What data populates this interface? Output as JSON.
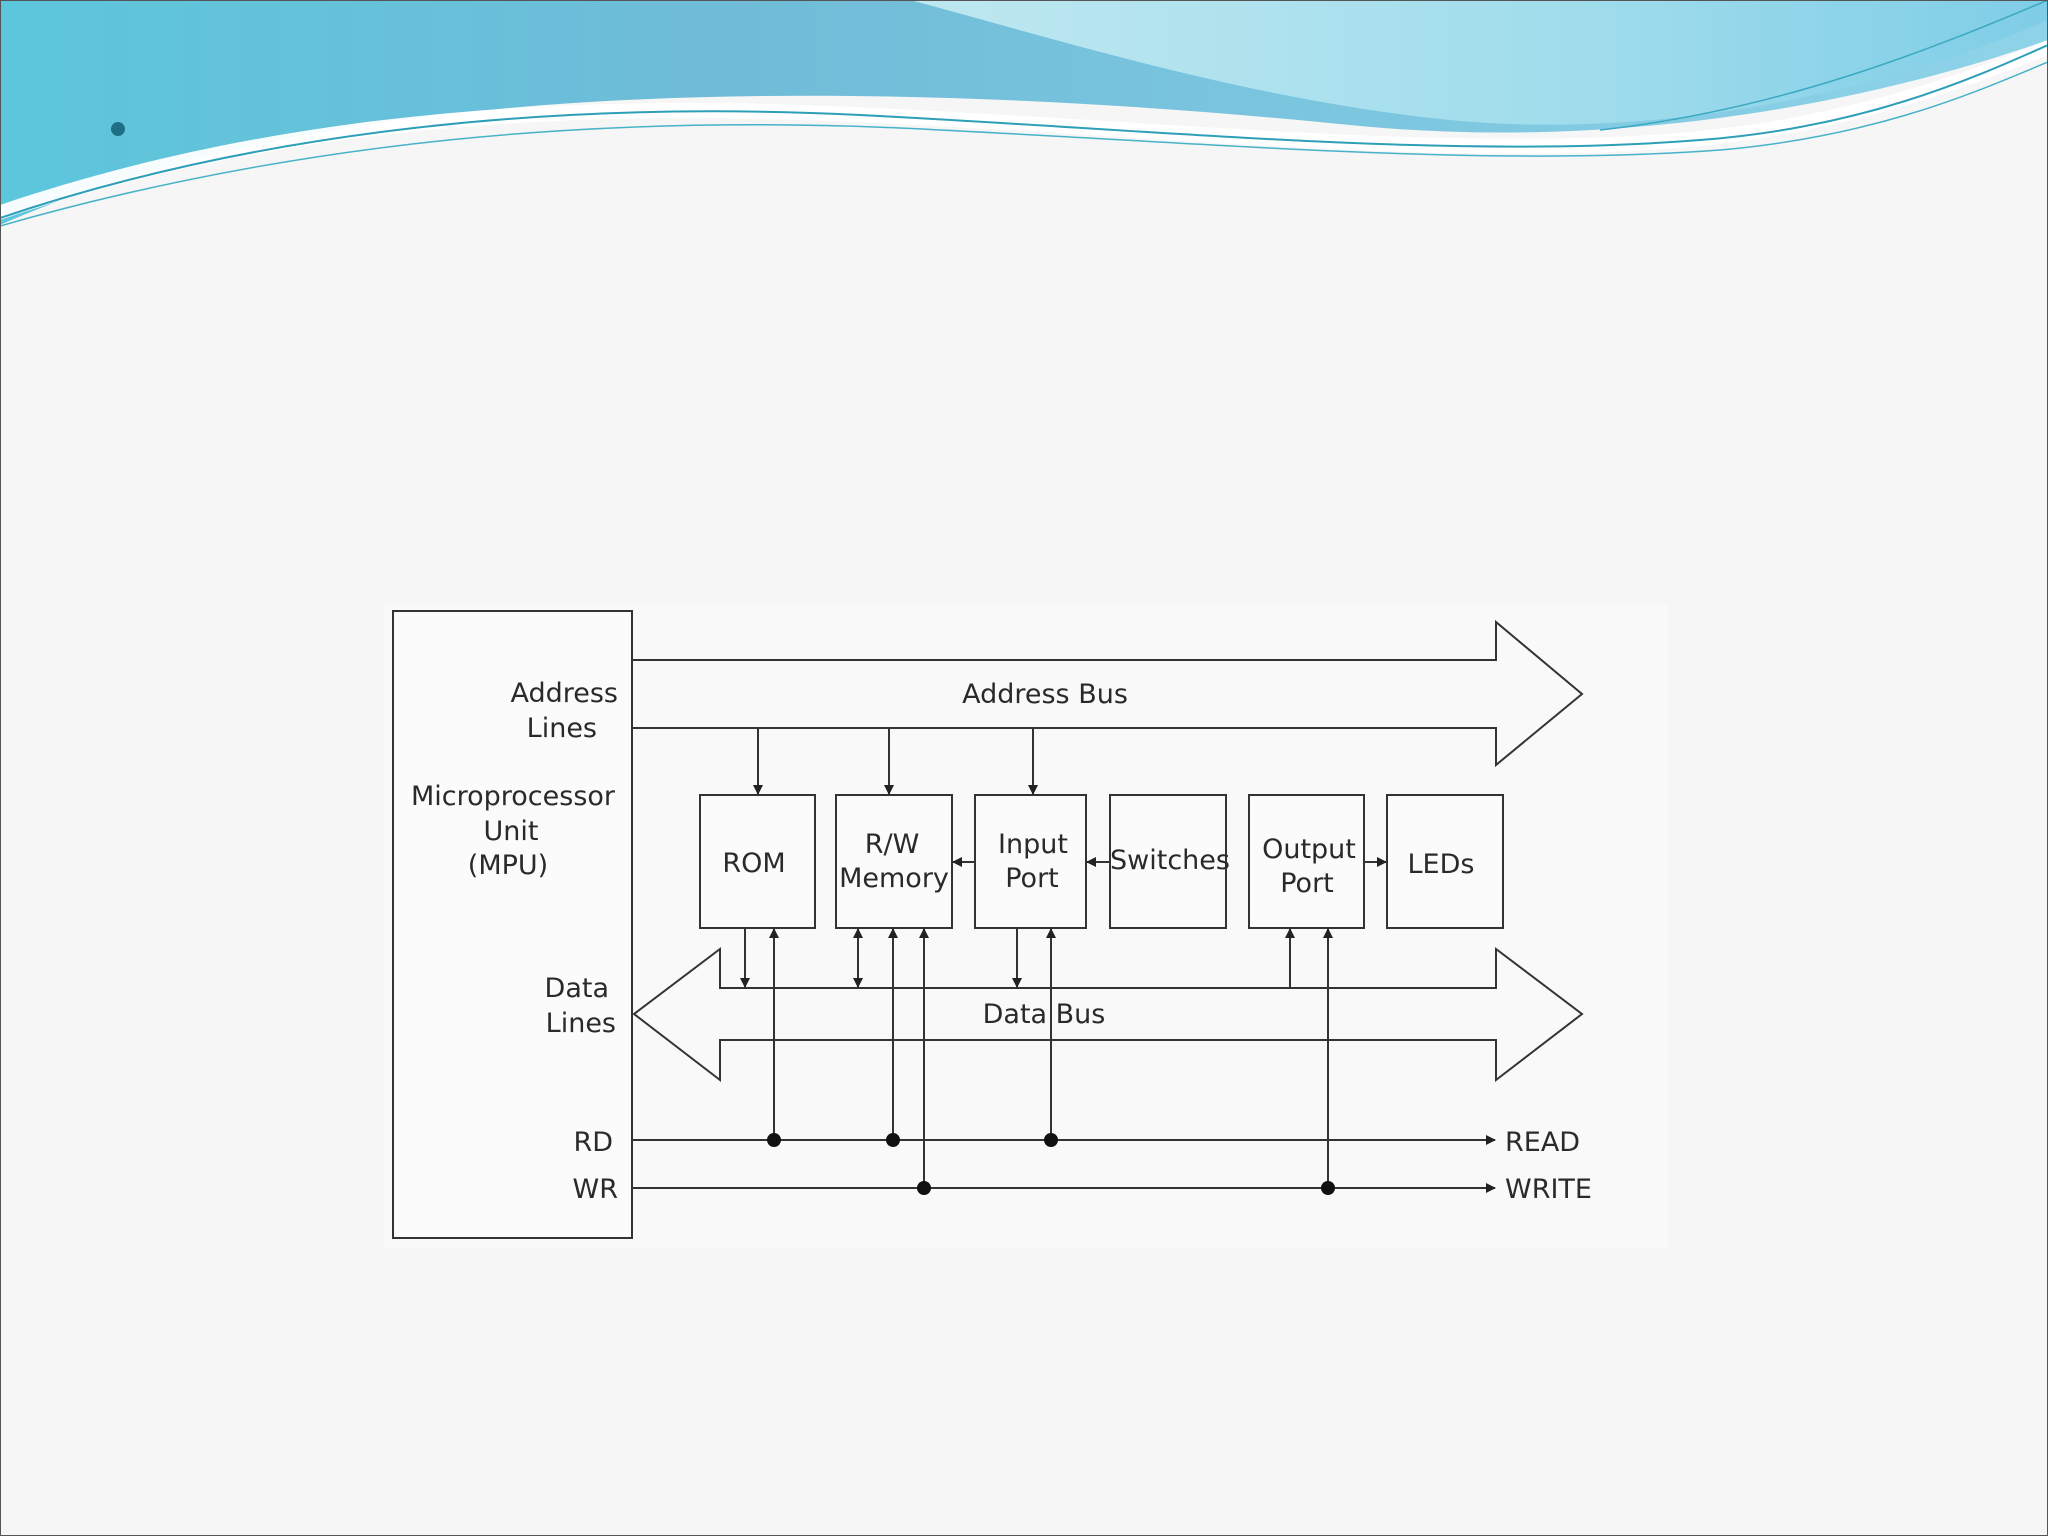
{
  "slide": {
    "bullet_text": ""
  },
  "diagram": {
    "mpu": {
      "address_lines": [
        "Address",
        "Lines"
      ],
      "unit_name": [
        "Microprocessor",
        "Unit",
        "(MPU)"
      ],
      "data_lines": [
        "Data",
        "Lines"
      ],
      "rd": "RD",
      "wr": "WR"
    },
    "buses": {
      "address_bus": "Address Bus",
      "data_bus": "Data Bus",
      "read": "READ",
      "write": "WRITE"
    },
    "blocks": {
      "rom": [
        "ROM"
      ],
      "rw_memory": [
        "R/W",
        "Memory"
      ],
      "input_port": [
        "Input",
        "Port"
      ],
      "switches": [
        "Switches"
      ],
      "output_port": [
        "Output",
        "Port"
      ],
      "leds": [
        "LEDs"
      ]
    }
  }
}
